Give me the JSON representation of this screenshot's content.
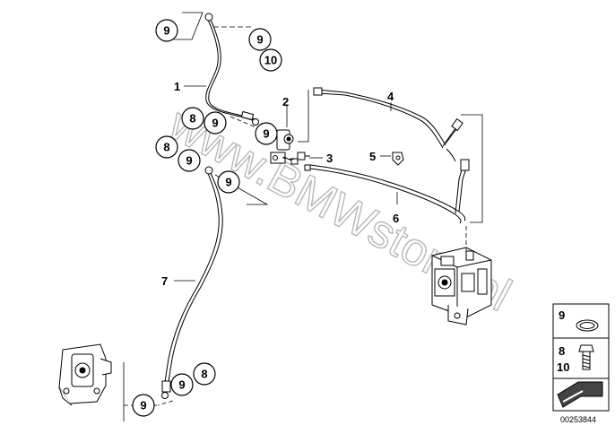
{
  "diagram": {
    "watermark": "www.BMWstore.pl",
    "part_labels": [
      {
        "id": "p1",
        "text": "1"
      },
      {
        "id": "p2",
        "text": "2"
      },
      {
        "id": "p3",
        "text": "3"
      },
      {
        "id": "p4",
        "text": "4"
      },
      {
        "id": "p5",
        "text": "5"
      },
      {
        "id": "p6",
        "text": "6"
      },
      {
        "id": "p7",
        "text": "7"
      }
    ],
    "callouts": {
      "c9a": "9",
      "c9b": "9",
      "c10a": "10",
      "c8a": "8",
      "c9c": "9",
      "c9d": "9",
      "c8b": "8",
      "c9e": "9",
      "c9f": "9",
      "c9g": "9",
      "c8c": "8",
      "c9h": "9"
    },
    "legend": {
      "items": [
        {
          "text": "9"
        },
        {
          "text": "8"
        },
        {
          "text": "10"
        }
      ]
    },
    "document_id": "00253844"
  }
}
